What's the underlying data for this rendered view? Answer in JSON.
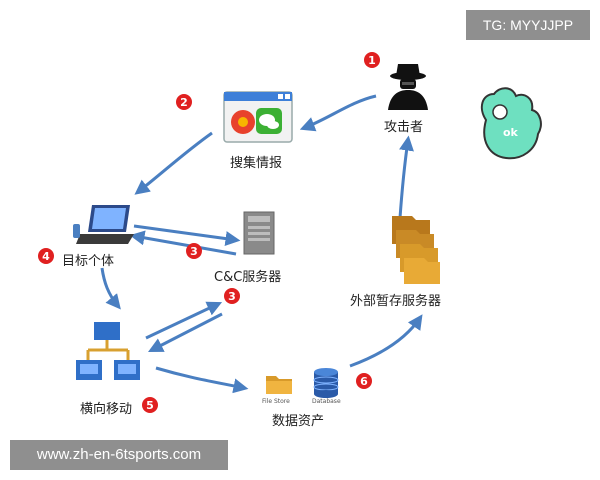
{
  "watermarks": {
    "top": "TG: MYYJJPP",
    "bottom": "www.zh-en-6tsports.com"
  },
  "nodes": {
    "attacker": "攻击者",
    "recon": "搜集情报",
    "target": "目标个体",
    "c2": "C&C服务器",
    "lateral": "横向移动",
    "assets": "数据资产",
    "staging": "外部暂存服务器"
  },
  "asset_icons": {
    "file_store": "File Store",
    "database": "Database"
  },
  "steps": [
    "1",
    "2",
    "3",
    "4",
    "3",
    "5",
    "6"
  ],
  "colors": {
    "arrow": "#4a7fc1",
    "step_badge": "#e02020",
    "ok_hand": "#6ee0c0"
  },
  "icons": [
    "hacker-icon",
    "browser-window-icon",
    "laptop-icon",
    "server-icon",
    "network-icon",
    "folder-icon",
    "database-icon",
    "folder-stack-icon",
    "ok-hand-icon"
  ]
}
